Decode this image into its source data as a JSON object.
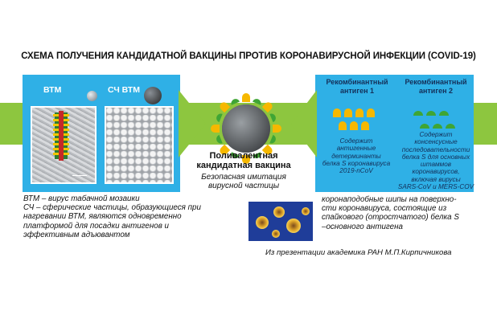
{
  "title": "СХЕМА ПОЛУЧЕНИЯ КАНДИДАТНОЙ ВАКЦИНЫ ПРОТИВ КОРОНАВИРУСНОЙ ИНФЕКЦИИ (COVID-19)",
  "left_panel": {
    "col1_label": "ВТМ",
    "col2_label": "СЧ ВТМ"
  },
  "center": {
    "label_line1": "Поливалентная",
    "label_line2": "кандидатная вакцина",
    "sub_line1": "Безопасная имитация",
    "sub_line2": "вирусной частицы"
  },
  "right_panel": {
    "antigen1": {
      "title_line1": "Рекомбинантный",
      "title_line2": "антиген 1",
      "desc": [
        "Содержит",
        "антигенные",
        "детерминанты",
        "белка S коронавируса",
        "2019-nCoV"
      ]
    },
    "antigen2": {
      "title_line1": "Рекомбинантный",
      "title_line2": "антиген 2",
      "desc": [
        "Содержит",
        "консенсусные",
        "последовательности",
        "белка S для основных",
        "штаммов",
        "коронавирусов,",
        "включая вирусы",
        "SARS-CoV и MERS-COV"
      ]
    }
  },
  "notes": {
    "left": [
      "ВТМ – вирус табачной мозаики",
      "СЧ – сферические частицы, образующиеся при",
      "нагревании ВТМ, являются одновременно",
      "платформой для посадки антигенов и",
      "эффективным адъювантом"
    ],
    "right": [
      "коронаподобные шипы на поверхно-",
      "сти коронавируса, состоящие из",
      "спайкового (отростчатого) белка S",
      "–основного антигена"
    ]
  },
  "credit": "Из презентации академика РАН М.П.Кирпичникова",
  "colors": {
    "panel_blue": "#2fb0e6",
    "arrow_green": "#8dc63f",
    "antigen1_yellow": "#f6b800",
    "antigen2_green": "#3fa535",
    "core_gray": "#5f6366"
  }
}
